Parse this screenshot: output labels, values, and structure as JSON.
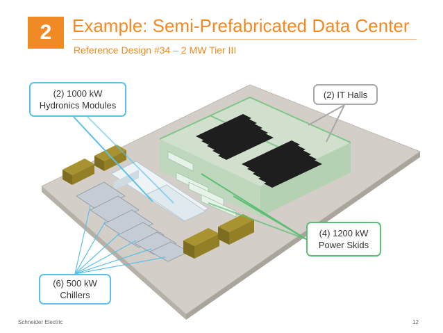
{
  "slide": {
    "number": "2",
    "title": "Example: Semi-Prefabricated Data Center",
    "subtitle": "Reference Design #34 – 2 MW Tier III"
  },
  "callouts": {
    "hydronics": {
      "line1": "(2) 1000 kW",
      "line2": "Hydronics Modules"
    },
    "it_halls": {
      "line1": "(2) IT Halls"
    },
    "power_skids": {
      "line1": "(4) 1200 kW",
      "line2": "Power Skids"
    },
    "chillers": {
      "line1": "(6) 500 kW",
      "line2": "Chillers"
    }
  },
  "footer": {
    "company": "Schneider Electric",
    "page": "12"
  },
  "colors": {
    "accent": "#f08a24",
    "blue_callout": "#5bc0e8",
    "green_callout": "#5cbf73",
    "gray_callout": "#a8a8a8",
    "rack": "#222222",
    "generator": "#8a7a2a"
  }
}
